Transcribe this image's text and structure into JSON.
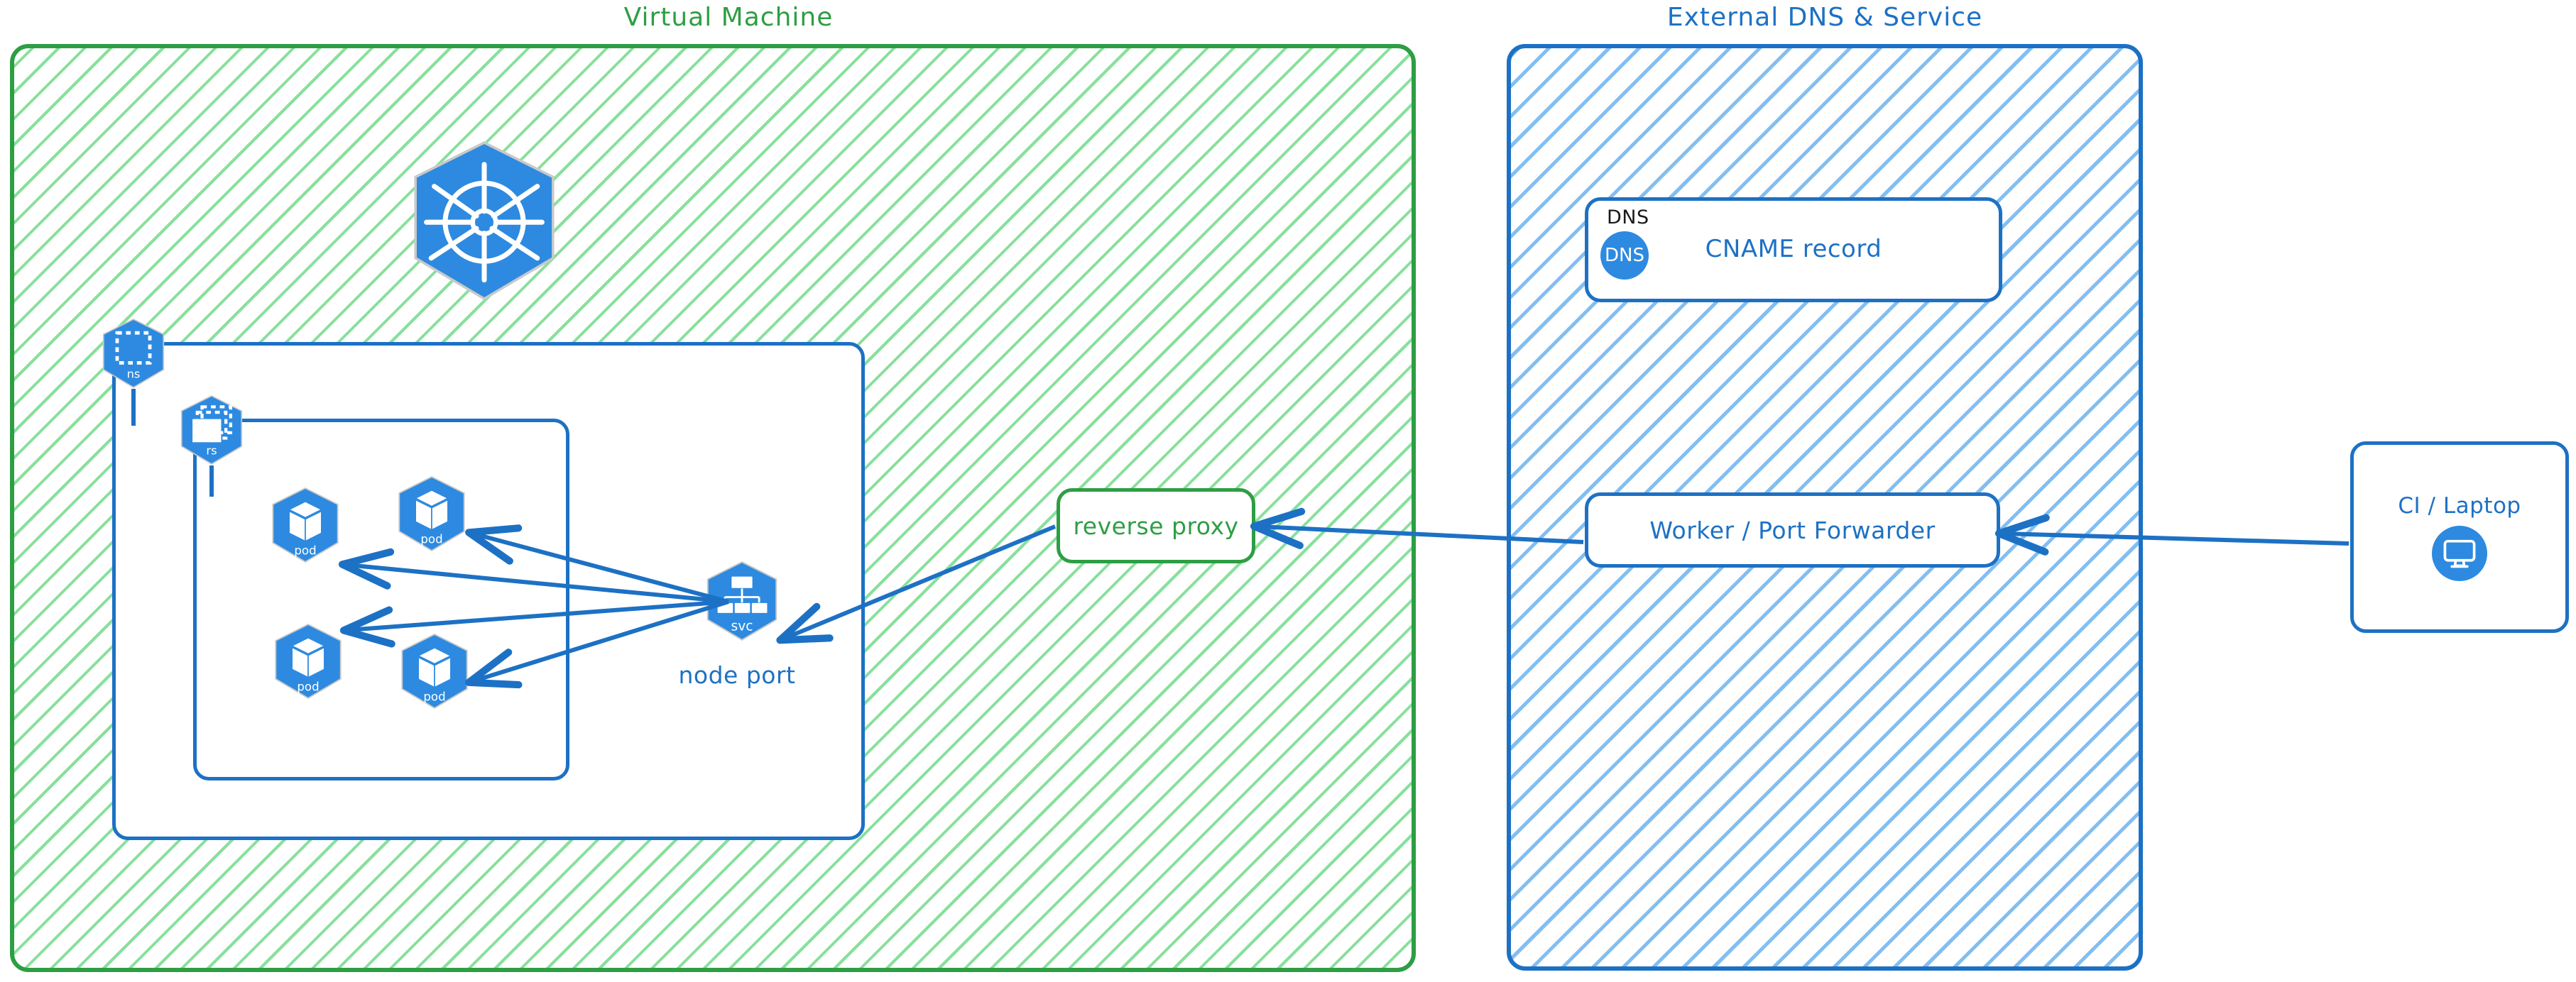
{
  "zones": {
    "vm": {
      "title": "Virtual Machine",
      "color": "#2e9e44",
      "hatch": "#82de96"
    },
    "external": {
      "title": "External DNS & Service",
      "color": "#1d71c4",
      "hatch": "#7cbaf0"
    }
  },
  "kubernetes": {
    "cluster_icon": "kubernetes-wheel-icon",
    "namespace_badge": {
      "label": "ns",
      "icon": "namespace-icon"
    },
    "replicaset_badge": {
      "label": "rs",
      "icon": "replicaset-icon"
    },
    "pods": [
      {
        "label": "pod",
        "icon": "pod-cube-icon"
      },
      {
        "label": "pod",
        "icon": "pod-cube-icon"
      },
      {
        "label": "pod",
        "icon": "pod-cube-icon"
      },
      {
        "label": "pod",
        "icon": "pod-cube-icon"
      }
    ],
    "service": {
      "label": "svc",
      "icon": "service-tree-icon",
      "caption": "node port"
    }
  },
  "boxes": {
    "reverse_proxy": {
      "label": "reverse proxy",
      "color": "#2e9e44"
    },
    "worker": {
      "label": "Worker / Port Forwarder",
      "color": "#1d71c4"
    },
    "ci_laptop": {
      "label": "CI / Laptop",
      "icon": "desktop-monitor-icon",
      "color": "#1d71c4"
    },
    "dns_card": {
      "title": "DNS",
      "badge": "DNS",
      "label": "CNAME record",
      "icon": "dns-circle-icon",
      "color": "#1d71c4"
    }
  },
  "colors": {
    "k8s_blue": "#2d8ae0",
    "link_blue": "#1d71c4",
    "green": "#2e9e44",
    "white": "#ffffff"
  },
  "links": [
    {
      "from": "svc",
      "to": "pod-top-left",
      "style": "arrow"
    },
    {
      "from": "svc",
      "to": "pod-top-right",
      "style": "arrow"
    },
    {
      "from": "svc",
      "to": "pod-bottom-left",
      "style": "arrow"
    },
    {
      "from": "svc",
      "to": "pod-bottom-right",
      "style": "arrow"
    },
    {
      "from": "reverse-proxy",
      "to": "svc",
      "style": "arrow"
    },
    {
      "from": "worker",
      "to": "reverse-proxy",
      "style": "arrow"
    },
    {
      "from": "ci-laptop",
      "to": "worker",
      "style": "arrow"
    }
  ]
}
